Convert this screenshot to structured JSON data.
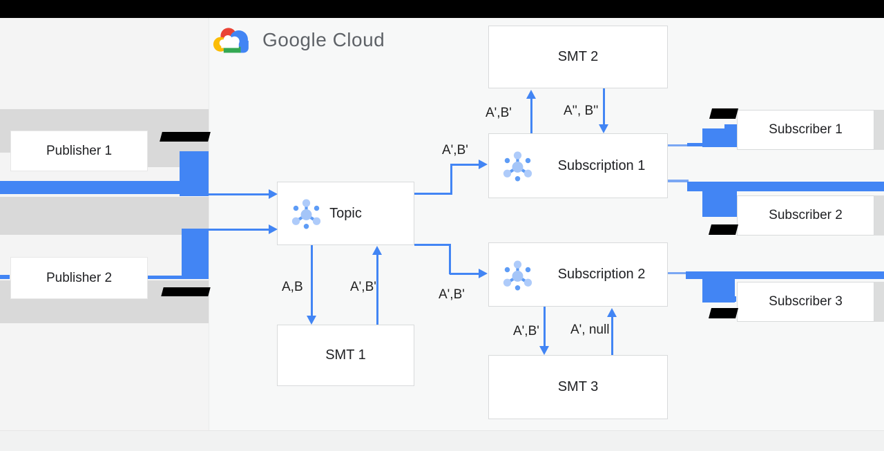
{
  "header": {
    "logo_text": "Google Cloud"
  },
  "publishers": [
    {
      "label": "Publisher 1"
    },
    {
      "label": "Publisher 2"
    }
  ],
  "nodes": {
    "topic": {
      "label": "Topic"
    },
    "subscription1": {
      "label": "Subscription 1"
    },
    "subscription2": {
      "label": "Subscription 2"
    },
    "smt1": {
      "label": "SMT 1"
    },
    "smt2": {
      "label": "SMT 2"
    },
    "smt3": {
      "label": "SMT 3"
    },
    "subscriber1": {
      "label": "Subscriber 1"
    },
    "subscriber2": {
      "label": "Subscriber 2"
    },
    "subscriber3": {
      "label": "Subscriber 3"
    }
  },
  "edge_labels": {
    "topic_to_sub1": "A',B'",
    "topic_to_sub2": "A',B'",
    "topic_to_smt1": "A,B",
    "smt1_to_topic": "A',B'",
    "sub1_to_smt2": "A',B'",
    "smt2_to_sub1": "A'', B''",
    "sub2_to_smt3": "A',B'",
    "smt3_to_sub2": "A', null"
  },
  "colors": {
    "arrow_blue": "#4285f4",
    "band_gray": "#d9d9d9",
    "redaction_black": "#000000"
  }
}
